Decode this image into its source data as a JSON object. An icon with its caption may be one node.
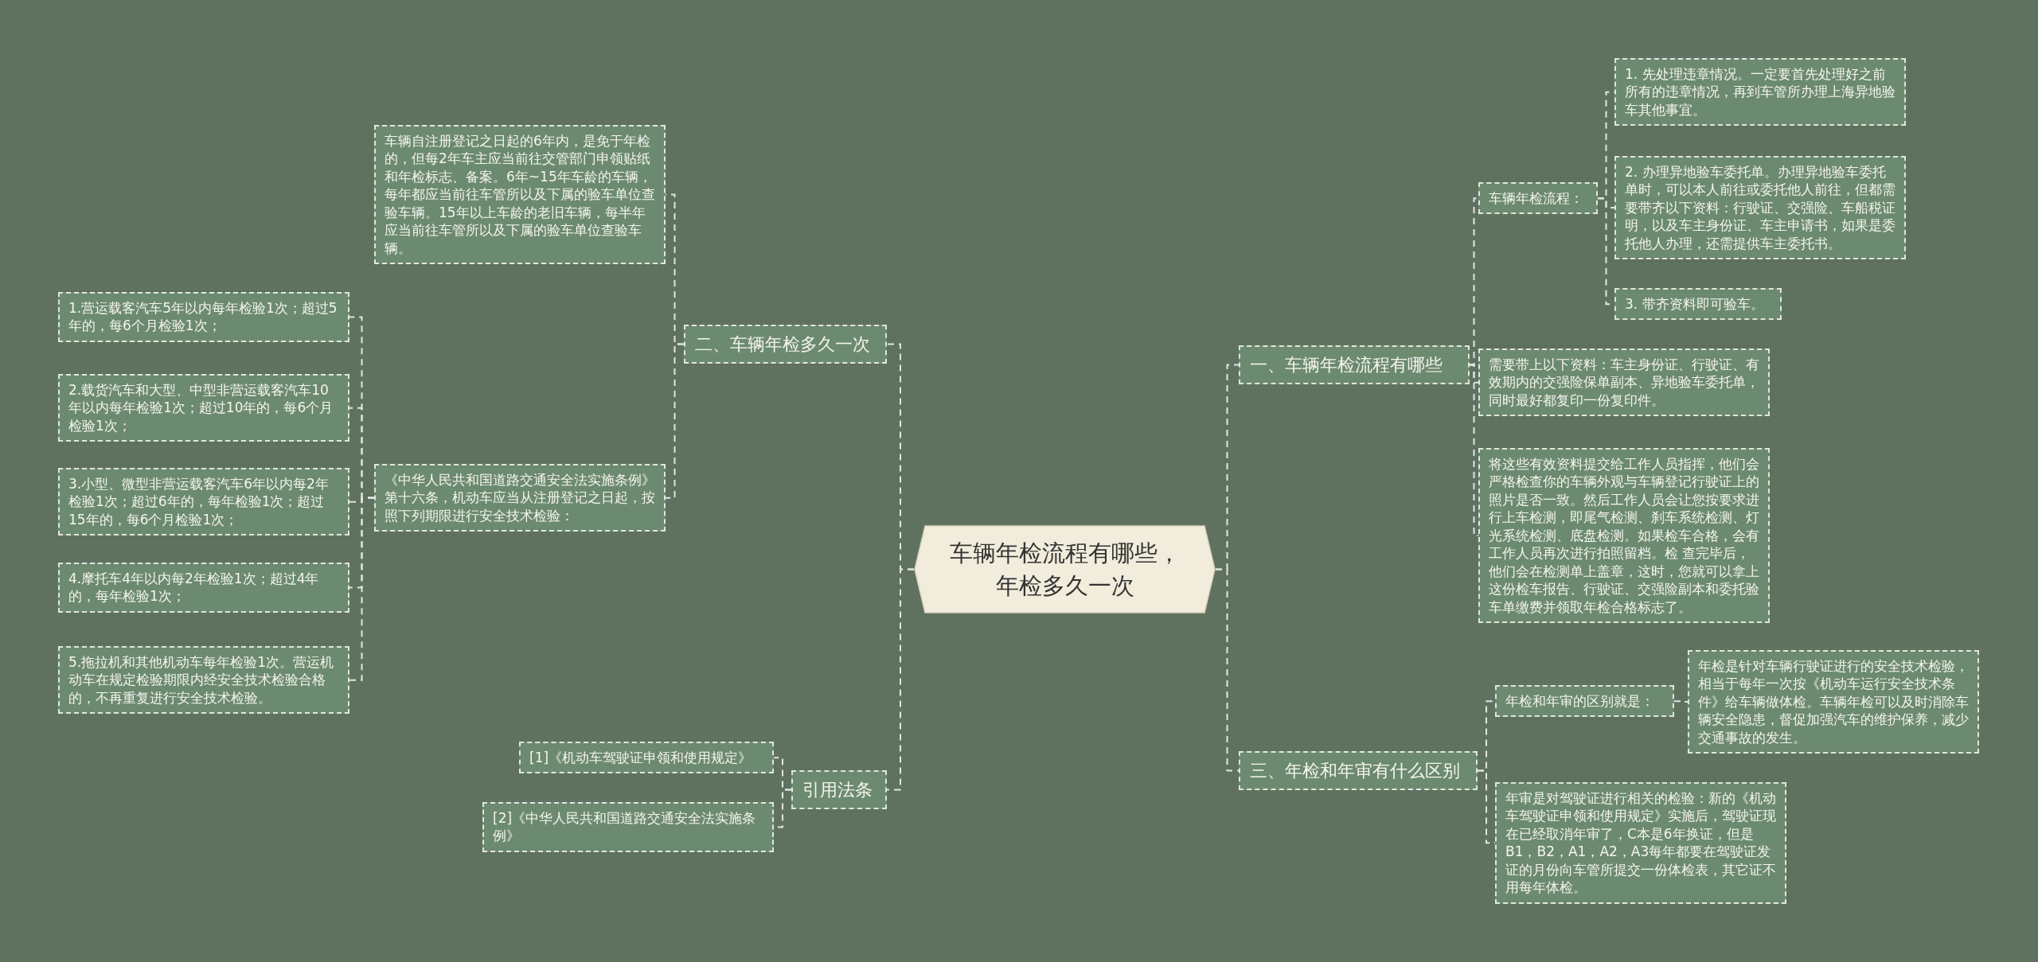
{
  "diagram": {
    "nodes": [
      {
        "text": [
          "车辆年检流程有哪些，年检多久一次"
        ]
      },
      {
        "text": [
          "一、车辆年检流程有哪些"
        ]
      },
      {
        "text": [
          "车辆年检流程："
        ]
      },
      {
        "text": [
          "1. 先处理违章情况。一定要首先处理好之前所有的违章情况，再到车管所办理上海异地验车其他事宜。"
        ]
      },
      {
        "text": [
          "2. 办理异地验车委托单。办理异地验车委托单时，可以本人前往或委托他人前往，但都需要带齐以下资料：行驶证、交强险、车船税证明，以及车主身份证、车主申请书，如果是委托他人办理，还需提供车主委托书。"
        ]
      },
      {
        "text": [
          "3. 带齐资料即可验车。"
        ]
      },
      {
        "text": [
          "需要带上以下资料：车主身份证、行驶证、有效期内的交强险保单副本、异地验车委托单，同时最好都复印一份复印件。"
        ]
      },
      {
        "text": [
          "将这些有效资料提交给工作人员指挥，他们会严格检查你的车辆外观与车辆登记行驶证上的照片是否一致。然后工作人员会让您按要求进行上车检测，即尾气检测、刹车系统检测、灯光系统检测、底盘检测。如果检车合格，会有工作人员再次进行拍照留档。检 查完毕后，他们会在检测单上盖章，这时，您就可以拿上这份检车报告、行驶证、交强险副本和委托验车单缴费并领取年检合格标志了。"
        ]
      },
      {
        "text": [
          "三、年检和年审有什么区别"
        ]
      },
      {
        "text": [
          "年检和年审的区别就是："
        ]
      },
      {
        "text": [
          "年检是针对车辆行驶证进行的安全技术检验，相当于每年一次按《机动车运行安全技术条件》给车辆做体检。车辆年检可以及时消除车辆安全隐患，督促加强汽车的维护保养，减少交通事故的发生。"
        ]
      },
      {
        "text": [
          "年审是对驾驶证进行相关的检验：新的《机动车驾驶证申领和使用规定》实施后，驾驶证现在已经取消年审了，C本是6年换证，但是B1，B2，A1，A2，A3每年都要在驾驶证发证的月份向车管所提交一份体检表，其它证不用每年体检。"
        ]
      },
      {
        "text": [
          "二、车辆年检多久一次"
        ]
      },
      {
        "text": [
          "车辆自注册登记之日起的6年内，是免于年检的，但每2年车主应当前往交管部门申领贴纸和年检标志、备案。6年~15年车龄的车辆，每年都应当前往车管所以及下属的验车单位查验车辆。15年以上车龄的老旧车辆，每半年应当前往车管所以及下属的验车单位查验车辆。"
        ]
      },
      {
        "text": [
          "《中华人民共和国道路交通安全法实施条例》第十六条，机动车应当从注册登记之日起，按照下列期限进行安全技术检验："
        ]
      },
      {
        "text": [
          "1.营运载客汽车5年以内每年检验1次；超过5年的，每6个月检验1次；"
        ]
      },
      {
        "text": [
          "2.载货汽车和大型、中型非营运载客汽车10年以内每年检验1次；超过10年的，每6个月检验1次；"
        ]
      },
      {
        "text": [
          "3.小型、微型非营运载客汽车6年以内每2年检验1次；超过6年的，每年检验1次；超过15年的，每6个月检验1次；"
        ]
      },
      {
        "text": [
          "4.摩托车4年以内每2年检验1次；超过4年的，每年检验1次；"
        ]
      },
      {
        "text": [
          "5.拖拉机和其他机动车每年检验1次。营运机动车在规定检验期限内经安全技术检验合格的，不再重复进行安全技术检验。"
        ]
      },
      {
        "text": [
          "引用法条"
        ]
      },
      {
        "text": [
          "[1]《机动车驾驶证申领和使用规定》"
        ]
      },
      {
        "text": [
          "[2]《中华人民共和国道路交通安全法实施条例》"
        ]
      }
    ],
    "edges": [
      {
        "from": 0,
        "to": 1,
        "arrow": "none",
        "style": "dashed"
      },
      {
        "from": 1,
        "to": 2,
        "arrow": "none",
        "style": "dashed"
      },
      {
        "from": 2,
        "to": 3,
        "arrow": "none",
        "style": "dashed"
      },
      {
        "from": 2,
        "to": 4,
        "arrow": "none",
        "style": "dashed"
      },
      {
        "from": 2,
        "to": 5,
        "arrow": "none",
        "style": "dashed"
      },
      {
        "from": 1,
        "to": 6,
        "arrow": "none",
        "style": "dashed"
      },
      {
        "from": 1,
        "to": 7,
        "arrow": "none",
        "style": "dashed"
      },
      {
        "from": 0,
        "to": 8,
        "arrow": "none",
        "style": "dashed"
      },
      {
        "from": 8,
        "to": 9,
        "arrow": "none",
        "style": "dashed"
      },
      {
        "from": 9,
        "to": 10,
        "arrow": "none",
        "style": "dashed"
      },
      {
        "from": 8,
        "to": 11,
        "arrow": "none",
        "style": "dashed"
      },
      {
        "from": 0,
        "to": 12,
        "arrow": "none",
        "style": "dashed"
      },
      {
        "from": 12,
        "to": 13,
        "arrow": "none",
        "style": "dashed"
      },
      {
        "from": 12,
        "to": 14,
        "arrow": "none",
        "style": "dashed"
      },
      {
        "from": 14,
        "to": 15,
        "arrow": "none",
        "style": "dashed"
      },
      {
        "from": 14,
        "to": 16,
        "arrow": "none",
        "style": "dashed"
      },
      {
        "from": 14,
        "to": 17,
        "arrow": "none",
        "style": "dashed"
      },
      {
        "from": 14,
        "to": 18,
        "arrow": "none",
        "style": "dashed"
      },
      {
        "from": 14,
        "to": 19,
        "arrow": "none",
        "style": "dashed"
      },
      {
        "from": 0,
        "to": 20,
        "arrow": "none",
        "style": "dashed"
      },
      {
        "from": 20,
        "to": 21,
        "arrow": "none",
        "style": "dashed"
      },
      {
        "from": 20,
        "to": 22,
        "arrow": "none",
        "style": "dashed"
      }
    ]
  }
}
